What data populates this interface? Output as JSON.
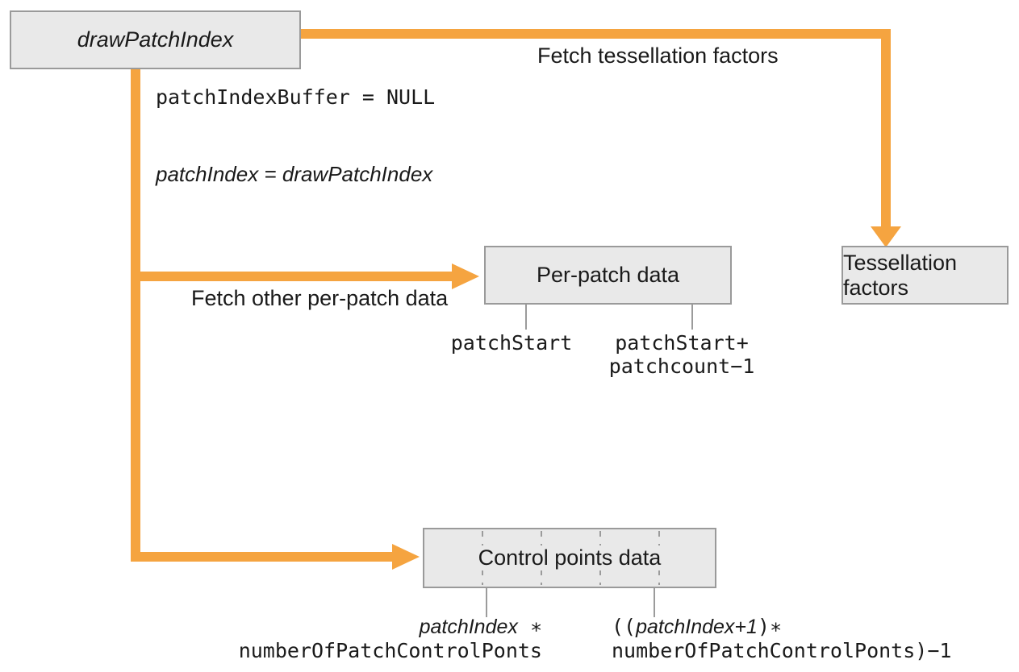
{
  "diagram": {
    "nodes": {
      "draw_patch_index": {
        "label": "drawPatchIndex"
      },
      "per_patch_data": {
        "label": "Per-patch data"
      },
      "tessellation_factors": {
        "label": "Tessellation factors"
      },
      "control_points_data": {
        "label": "Control points data"
      }
    },
    "edges": {
      "fetch_tessellation_factors": {
        "label": "Fetch tessellation factors"
      },
      "fetch_other_per_patch_data": {
        "label": "Fetch other per-patch data"
      }
    },
    "annotations": {
      "patch_index_buffer": "patchIndexBuffer = NULL",
      "patch_index_assign": "patchIndex = drawPatchIndex",
      "patch_start": "patchStart",
      "patch_start_plus_line1": "patchStart+",
      "patch_start_plus_line2": "patchcount−1",
      "cp_start_line1_italic": "patchIndex",
      "cp_start_line1_op": " ∗",
      "cp_start_line2": "numberOfPatchControlPonts",
      "cp_end_line1_open": "((",
      "cp_end_line1_italic": "patchIndex+1",
      "cp_end_line1_close": ")∗",
      "cp_end_line2": "numberOfPatchControlPonts)−1"
    },
    "colors": {
      "arrow": "#F5A440",
      "box_fill": "#E9E9E9",
      "box_border": "#9A9A9A",
      "tick": "#9B9B9B",
      "text": "#1A1A1A"
    }
  }
}
